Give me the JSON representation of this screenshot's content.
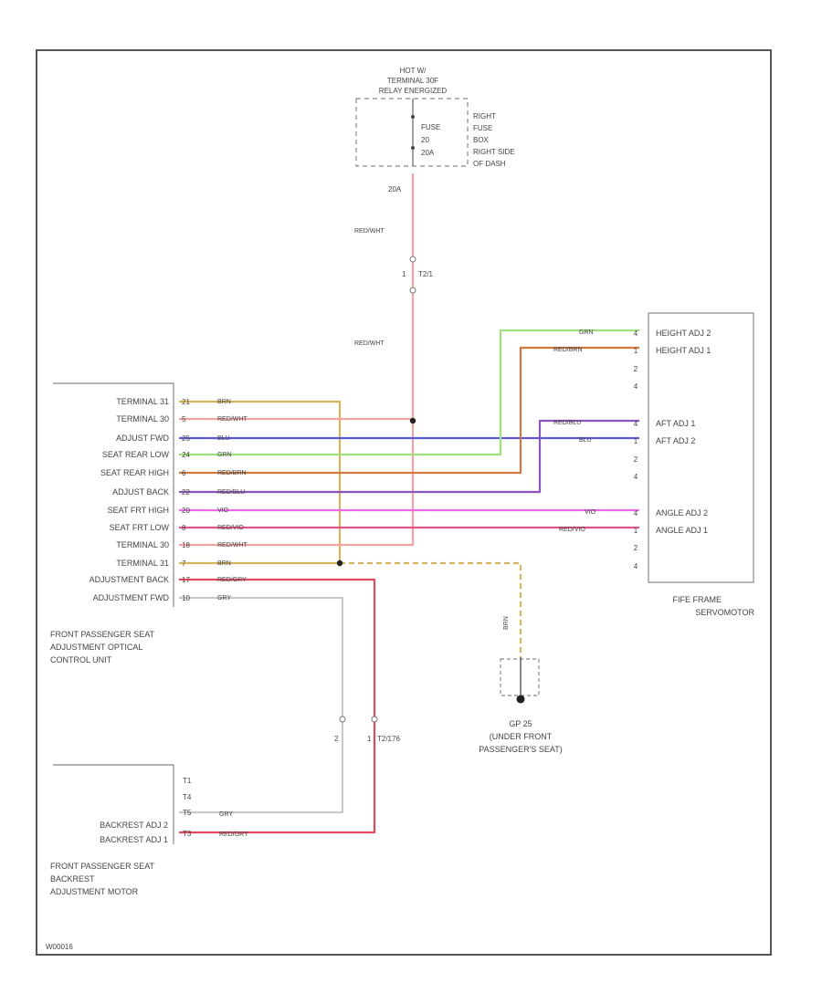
{
  "colors": {
    "yellow": "#d4b45a",
    "red_white": "#f4a3a3",
    "blue": "#5a5ad8",
    "green": "#9ee07a",
    "red_brown": "#d2783c",
    "red_blue": "#8a54b8",
    "violet": "#ec6ae6",
    "red_violet": "#e2548a",
    "red_grey": "#e04a5c",
    "grey": "#c8c8c8",
    "frame": "#555555"
  },
  "fuse": {
    "header": [
      "HOT W/",
      "TERMINAL 30F",
      "RELAY ENERGIZED"
    ],
    "inner": [
      "FUSE",
      "20",
      "20A"
    ],
    "location": [
      "RIGHT",
      "FUSE",
      "BOX",
      "RIGHT SIDE",
      "OF DASH"
    ],
    "amp": "20A"
  },
  "connector_t1": "T2/1",
  "wire_label_redwht": "RED/WHT",
  "control_unit": {
    "labels": [
      "TERMINAL 31",
      "TERMINAL 30",
      "ADJUST FWD",
      "SEAT REAR LOW",
      "SEAT REAR HIGH",
      "ADJUST BACK",
      "SEAT FRT HIGH",
      "SEAT FRT LOW",
      "TERMINAL 30",
      "TERMINAL 31",
      "ADJUSTMENT BACK",
      "ADJUSTMENT FWD"
    ],
    "pins": [
      "21",
      "5",
      "25",
      "24",
      "6",
      "22",
      "20",
      "8",
      "18",
      "7",
      "17",
      "10"
    ],
    "wire_labels": [
      "BRN",
      "RED/WHT",
      "BLU",
      "GRN",
      "RED/BRN",
      "RED/BLU",
      "VIO",
      "RED/VIO",
      "RED/WHT",
      "BRN",
      "RED/GRY",
      "GRY"
    ],
    "name": [
      "FRONT PASSENGER SEAT",
      "ADJUSTMENT OPTICAL",
      "CONTROL UNIT"
    ]
  },
  "motor": {
    "labels": [
      "HEIGHT ADJ 2",
      "HEIGHT ADJ 1",
      "",
      "",
      "AFT ADJ 1",
      "AFT ADJ 2",
      "",
      "",
      "ANGLE ADJ 2",
      "ANGLE ADJ 1",
      "",
      ""
    ],
    "pins": [
      "4",
      "1",
      "2",
      "4",
      "4",
      "1",
      "2",
      "4",
      "4",
      "1",
      "2",
      "4"
    ],
    "wire_labels": [
      "GRN",
      "RED/BRN",
      "RED/BLU",
      "BLU",
      "VIO",
      "RED/VIO"
    ],
    "name": [
      "FIFE FRAME",
      "SERVOMOTOR"
    ]
  },
  "ground": {
    "wire_label": "BRN",
    "name": [
      "GP 25",
      "(UNDER FRONT",
      "PASSENGER'S SEAT)"
    ]
  },
  "backrest_conn": {
    "left": "2",
    "right": "1",
    "name": "T2/176"
  },
  "backrest": {
    "labels": [
      "BACKREST ADJ 2",
      "BACKREST ADJ 1"
    ],
    "pins": [
      "T1",
      "T4",
      "T5",
      "T3"
    ],
    "wire_labels": [
      "GRY",
      "RED/GRY"
    ],
    "name": [
      "FRONT PASSENGER SEAT",
      "BACKREST",
      "ADJUSTMENT MOTOR"
    ]
  },
  "footer": "W00016"
}
